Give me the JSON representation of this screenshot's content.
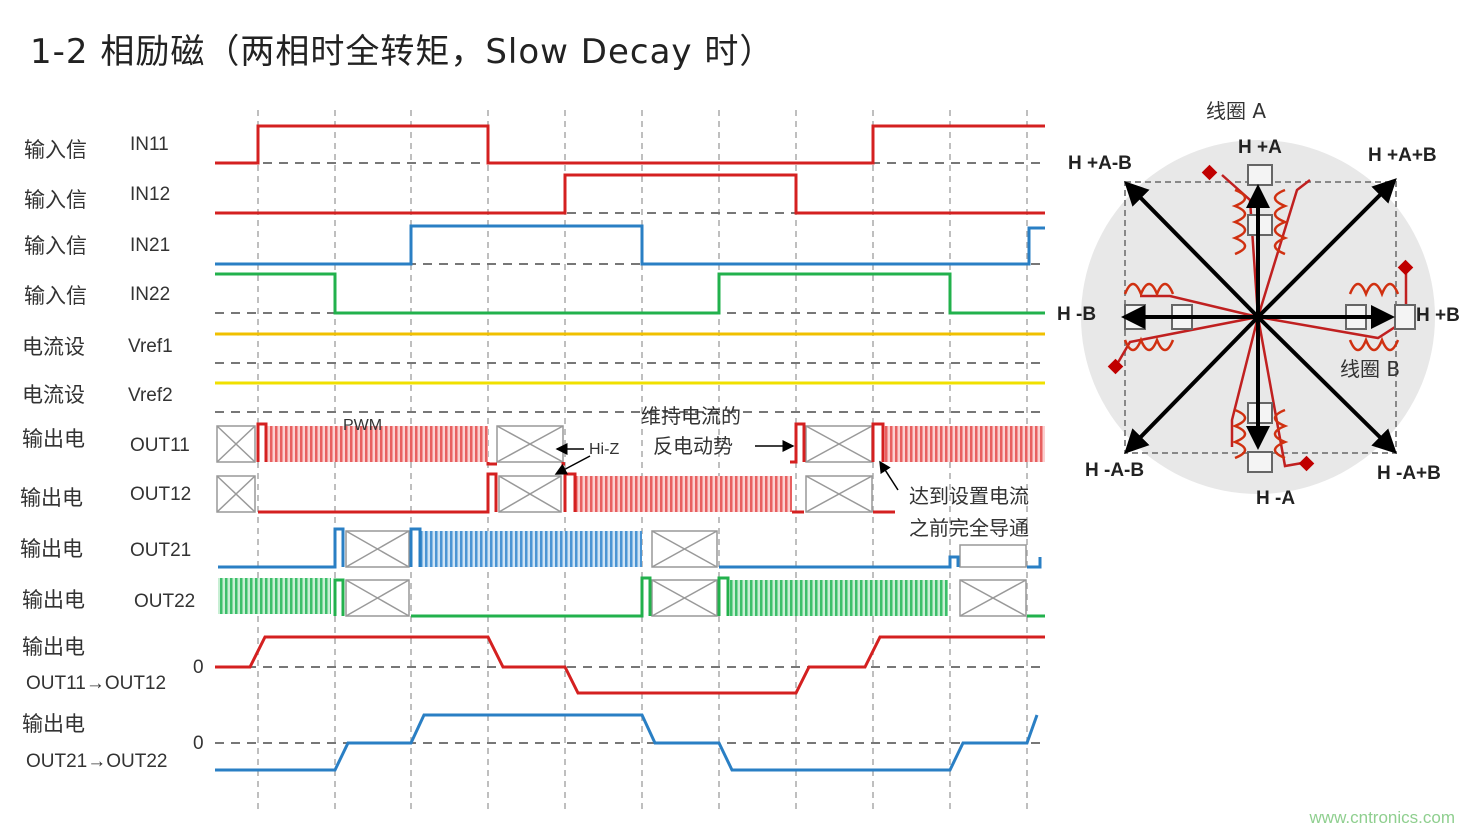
{
  "title": "1-2 相励磁（两相时全转矩，Slow Decay 时）",
  "labels": {
    "input_cn": "输入信",
    "current_set_cn": "电流设",
    "output_cn": "输出电",
    "in11": "IN11",
    "in12": "IN12",
    "in21": "IN21",
    "in22": "IN22",
    "vref1": "Vref1",
    "vref2": "Vref2",
    "out11": "OUT11",
    "out12": "OUT12",
    "out21": "OUT21",
    "out22": "OUT22",
    "out11_12": "OUT11→OUT12",
    "out21_22": "OUT21→OUT22",
    "zero1": "0",
    "zero2": "0"
  },
  "annotations": {
    "pwm": "PWM",
    "hiz": "Hi-Z",
    "back_emf_line1": "维持电流的",
    "back_emf_line2": "反电动势",
    "full_on_line1": "达到设置电流",
    "full_on_line2": "之前完全导通"
  },
  "vector_diagram": {
    "coil_a": "线圈 A",
    "coil_b": "线圈 B",
    "h_plus_a": "H +A",
    "h_minus_a": "H -A",
    "h_plus_b": "H +B",
    "h_minus_b": "H -B",
    "h_plus_a_plus_b": "H +A+B",
    "h_plus_a_minus_b": "H +A-B",
    "h_minus_a_minus_b": "H -A-B",
    "h_minus_a_plus_b": "H -A+B"
  },
  "colors": {
    "phase_a": "#d42020",
    "phase_b": "#2a7fc4",
    "in22": "#22b14c",
    "vref": "#f0d000",
    "pwm_a": "#f08080",
    "pwm_b": "#6aaee0",
    "pwm_c": "#70d090"
  },
  "watermark": "www.cntronics.com"
}
